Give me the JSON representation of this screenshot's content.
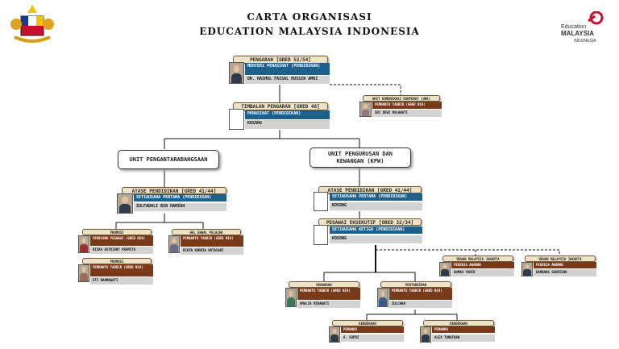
{
  "title": {
    "line1": "CARTA ORGANISASI",
    "line2": "EDUCATION MALAYSIA INDONESIA"
  },
  "logo": {
    "line1": "Education",
    "line2": "MALAYSIA",
    "line3": "INDONESIA"
  },
  "colors": {
    "blue": "#1f5f8b",
    "brown": "#7a3a1a",
    "header": "#efe3c6"
  },
  "director": {
    "header": "PENGARAH [GRED 52/54]",
    "role": "MENTERI PENASIHAT (PENDIDIKAN)",
    "name": "DR. HASMUL FAISAL HUSSIN AMRI"
  },
  "comms": {
    "header": "UNIT KOMUNIKASI KORPORAT (UKK)",
    "role": "PEMBANTU TADBIR (GRED N19)",
    "name": "SRI DEWI MALAWATI"
  },
  "deputy": {
    "header": "TIMBALAN PENGARAH [GRED 48]",
    "role": "PENASIHAT (PENDIDIKAN)",
    "name": "KOSONG"
  },
  "units": {
    "intl": "UNIT PENGANTARABANGSAAN",
    "finance": "UNIT  PENGURUSAN DAN KEWANGAN (KPW)"
  },
  "attache_left": {
    "header": "ATASE PENDIDIKAN [GRED 41/44]",
    "role": "SETIAUSAHA PERTAMA (PENDIDIKAN)",
    "name": "ZULFADHLI BIN HAMZAH"
  },
  "promosi1": {
    "header": "PROMOSI",
    "role": "PENOLONG PEGAWAI (GRED N29)",
    "name": "RISKA ASTRIANY PRAMITA"
  },
  "promosi2": {
    "header": "PROMOSI",
    "role": "PEMBANTU TADBIR (GRED N19)",
    "name": "ETI RAHMAWATI"
  },
  "student": {
    "header": "HAL EHWAL PELAJAR",
    "role": "PEMBANTU TADBIR (GRED N19)",
    "name": "RIKIN KURNIA ORTASARI"
  },
  "attache_right": {
    "header": "ATASE PENDIDIKAN [GRED 41/44]",
    "role": "SETIAUSAHA PERTAMA (PENDIDIKAN)",
    "name": "KOSONG"
  },
  "exec": {
    "header": "PEGAWAI EKSEKUTIF [GRED 32/34]",
    "role": "SETIAUSAHA KETIGA (PENDIDIKAN)",
    "name": "KOSONG"
  },
  "jakarta1": {
    "header": "DEWAN MALAYSIA JAKARTA",
    "role": "PEKERJA AWAMAN",
    "name": "AHMAD YANIR"
  },
  "jakarta2": {
    "header": "DEWAN MALAYSIA JAKARTA",
    "role": "PEKERJA AWAMAN",
    "name": "BAMBANG SUHRISNO"
  },
  "kewangan": {
    "header": "KEWANGAN",
    "role": "PEMBANTU TADBIR (GRED N19)",
    "name": "AMALIA MIRAWATI"
  },
  "pentadbiran": {
    "header": "PENTADBIRAN",
    "role": "PEMBANTU TADBIR (GRED N19)",
    "name": "ZULCHAN"
  },
  "driver1": {
    "header": "KENDERAAN",
    "role": "PEMANDU",
    "name": "A. SUPRI"
  },
  "driver2": {
    "header": "KENDERAAN",
    "role": "PEMANDU",
    "name": "ALEX TONATHAN"
  }
}
